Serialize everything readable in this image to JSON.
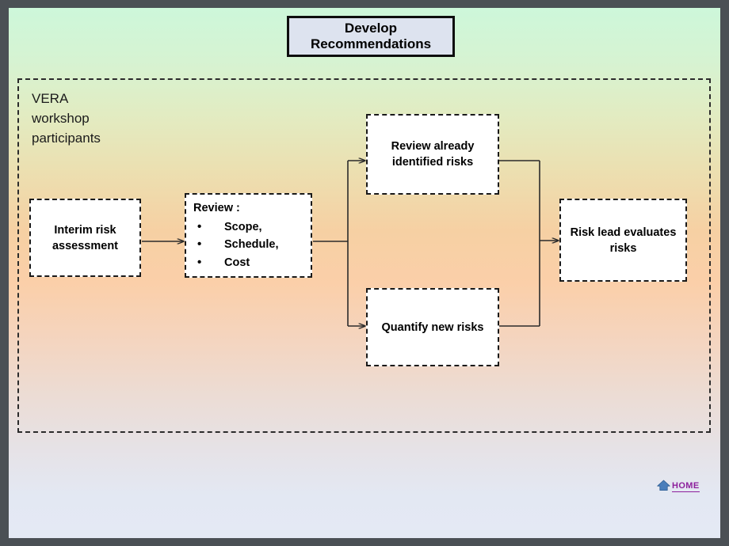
{
  "slide": {
    "title_lines": [
      "Develop",
      "Recommendations"
    ],
    "background_colors": {
      "frame": "#4b5055",
      "gradient_top": "#cdf7da",
      "gradient_mid": "#fbcfa9",
      "gradient_bottom": "#e4e9f4",
      "title_fill": "#dde3ef",
      "box_fill": "#ffffff",
      "border": "#1a1a1a",
      "link_purple": "#8d1f9c",
      "home_icon_blue": "#4a7ebb"
    }
  },
  "swimlane": {
    "label": "VERA\nworkshop\nparticipants"
  },
  "boxes": {
    "interim": {
      "text": "Interim risk assessment"
    },
    "review": {
      "heading": "Review :",
      "bullets": [
        "Scope,",
        "Schedule,",
        "Cost"
      ]
    },
    "already": {
      "text": "Review  already identified risks"
    },
    "quantify": {
      "text": "Quantify new risks"
    },
    "risklead": {
      "text": "Risk lead evaluates risks"
    }
  },
  "footer": {
    "home_label": "Home",
    "home_icon": "house-icon"
  }
}
